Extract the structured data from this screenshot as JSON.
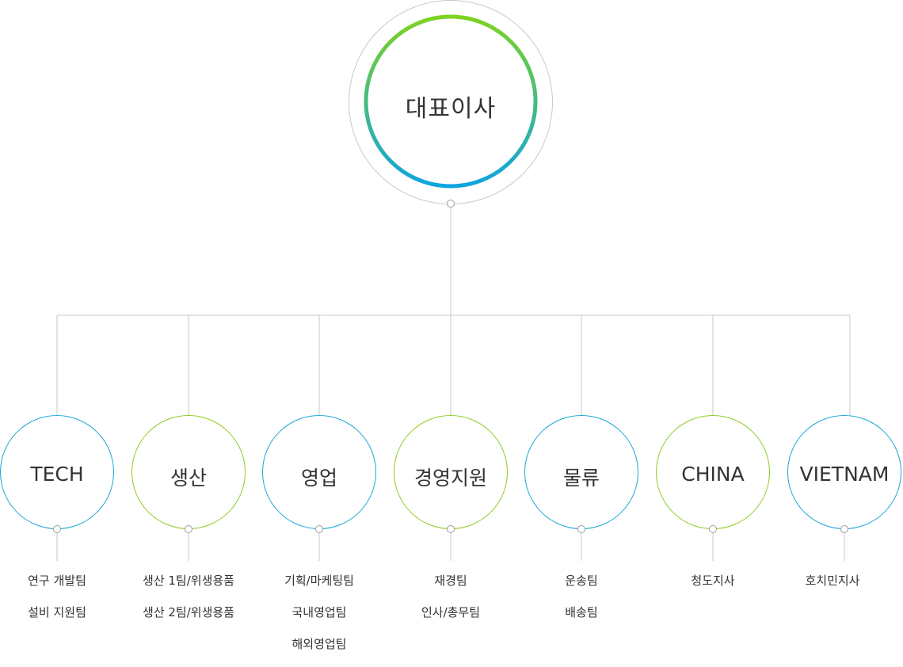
{
  "ceo": {
    "label": "대표이사"
  },
  "departments": [
    {
      "label": "TECH",
      "accent": "#1aa6d6",
      "teams": [
        "연구 개발팀",
        "설비 지원팀"
      ]
    },
    {
      "label": "생산",
      "accent": "#8ccd1f",
      "teams": [
        "생산 1팀/위생용품",
        "생산 2팀/위생용품"
      ]
    },
    {
      "label": "영업",
      "accent": "#1aa6d6",
      "teams": [
        "기획/마케팅팀",
        "국내영업팀",
        "해외영업팀"
      ]
    },
    {
      "label": "경영지원",
      "accent": "#8ccd1f",
      "teams": [
        "재경팀",
        "인사/총무팀"
      ]
    },
    {
      "label": "물류",
      "accent": "#1aa6d6",
      "teams": [
        "운송팀",
        "배송팀"
      ]
    },
    {
      "label": "CHINA",
      "accent": "#8ccd1f",
      "teams": [
        "청도지사"
      ]
    },
    {
      "label": "VIETNAM",
      "accent": "#1aa6d6",
      "teams": [
        "호치민지사"
      ]
    }
  ],
  "colors": {
    "gradient_top": "#7ed321",
    "gradient_bottom": "#0ea5e0",
    "line": "#c9c9c9"
  }
}
